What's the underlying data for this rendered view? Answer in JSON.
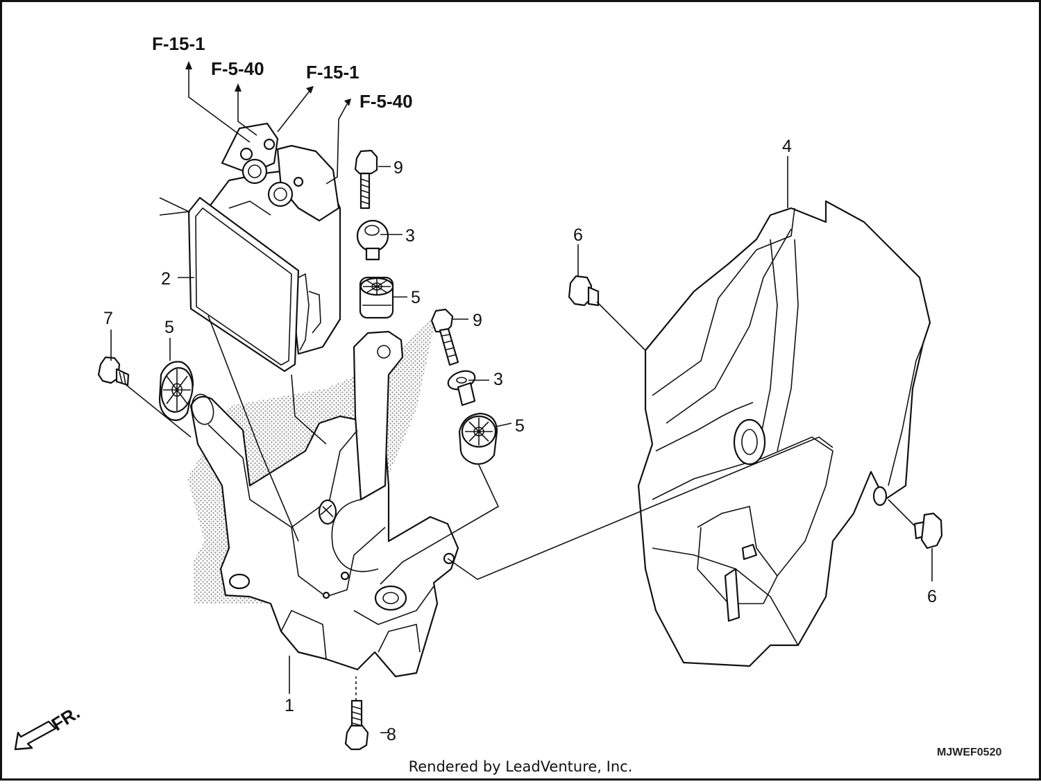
{
  "diagram": {
    "refs": [
      "F-15-1",
      "F-5-40",
      "F-15-1",
      "F-5-40"
    ],
    "callouts": {
      "c1": "1",
      "c2": "2",
      "c3a": "3",
      "c3b": "3",
      "c4": "4",
      "c5a": "5",
      "c5b": "5",
      "c5c": "5",
      "c6a": "6",
      "c6b": "6",
      "c7": "7",
      "c8": "8",
      "c9a": "9",
      "c9b": "9"
    },
    "front_label": "FR.",
    "diagram_code": "MJWEF0520",
    "credit": "Rendered by LeadVenture, Inc."
  }
}
